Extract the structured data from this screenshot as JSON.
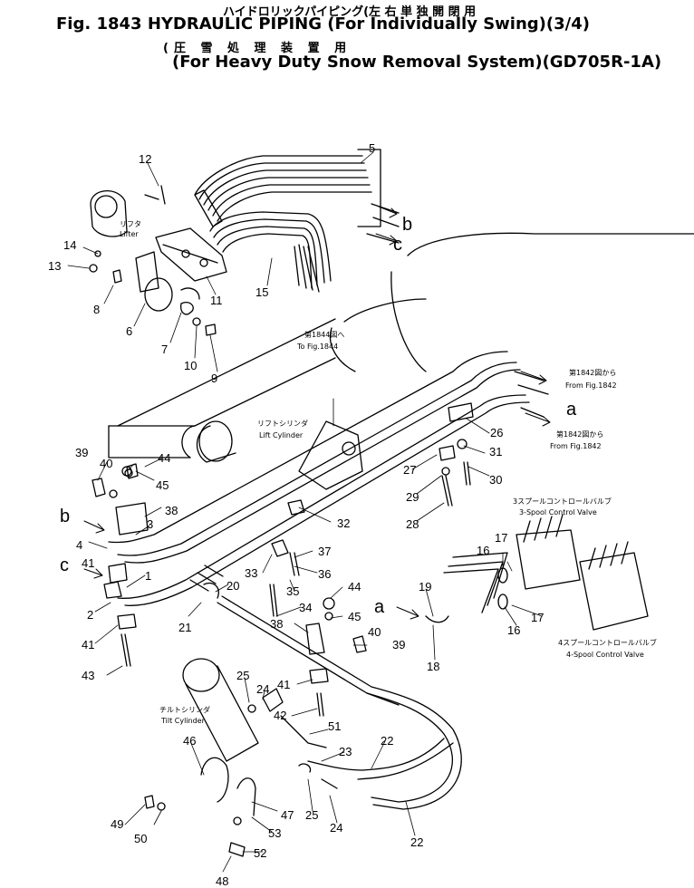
{
  "title": {
    "line1": "ハイドロリックパイピング(左 右 単 独 開 閉 用",
    "line2": "Fig. 1843 HYDRAULIC PIPING (For Individually Swing)(3/4)",
    "line3": "(圧 雪 処 理 装 置 用",
    "line4": "(For Heavy Duty Snow Removal System)(GD705R-1A)"
  },
  "annotations": {
    "lifter_jp": "リフタ",
    "lifter_en": "Lifter",
    "to_fig_jp": "第1844図へ",
    "to_fig_en": "To Fig.1844",
    "lift_cyl_jp": "リフトシリンダ",
    "lift_cyl_en": "Lift Cylinder",
    "from_fig_a_jp": "第1842図から",
    "from_fig_a_en": "From Fig.1842",
    "from_fig_b_jp": "第1842図から",
    "from_fig_b_en": "From Fig.1842",
    "spool3_jp": "3スプールコントロールバルブ",
    "spool3_en": "3-Spool Control Valve",
    "spool4_jp": "4スプールコントロールバルブ",
    "spool4_en": "4-Spool Control Valve",
    "tilt_jp": "チルトシリンダ",
    "tilt_en": "Tilt Cylinder"
  },
  "letters": {
    "a1": "a",
    "a2": "a",
    "b1": "b",
    "b2": "b",
    "c1": "c",
    "c2": "c"
  },
  "parts": {
    "p1": "1",
    "p2": "2",
    "p3": "3",
    "p4": "4",
    "p5": "5",
    "p6": "6",
    "p7": "7",
    "p8": "8",
    "p9": "9",
    "p10": "10",
    "p11": "11",
    "p12": "12",
    "p13": "13",
    "p14": "14",
    "p15": "15",
    "p16a": "16",
    "p16b": "16",
    "p17a": "17",
    "p17b": "17",
    "p18": "18",
    "p19": "19",
    "p20": "20",
    "p21": "21",
    "p22a": "22",
    "p22b": "22",
    "p23": "23",
    "p24a": "24",
    "p24b": "24",
    "p25a": "25",
    "p25b": "25",
    "p26": "26",
    "p27": "27",
    "p28": "28",
    "p29": "29",
    "p30": "30",
    "p31": "31",
    "p32": "32",
    "p33": "33",
    "p34": "34",
    "p35": "35",
    "p36": "36",
    "p37": "37",
    "p38a": "38",
    "p38b": "38",
    "p39a": "39",
    "p39b": "39",
    "p40a": "40",
    "p40b": "40",
    "p41a": "41",
    "p41b": "41",
    "p41c": "41",
    "p42": "42",
    "p43": "43",
    "p44a": "44",
    "p44b": "44",
    "p45a": "45",
    "p45b": "45",
    "p46": "46",
    "p47": "47",
    "p48": "48",
    "p49": "49",
    "p50": "50",
    "p51": "51",
    "p52": "52",
    "p53": "53"
  }
}
